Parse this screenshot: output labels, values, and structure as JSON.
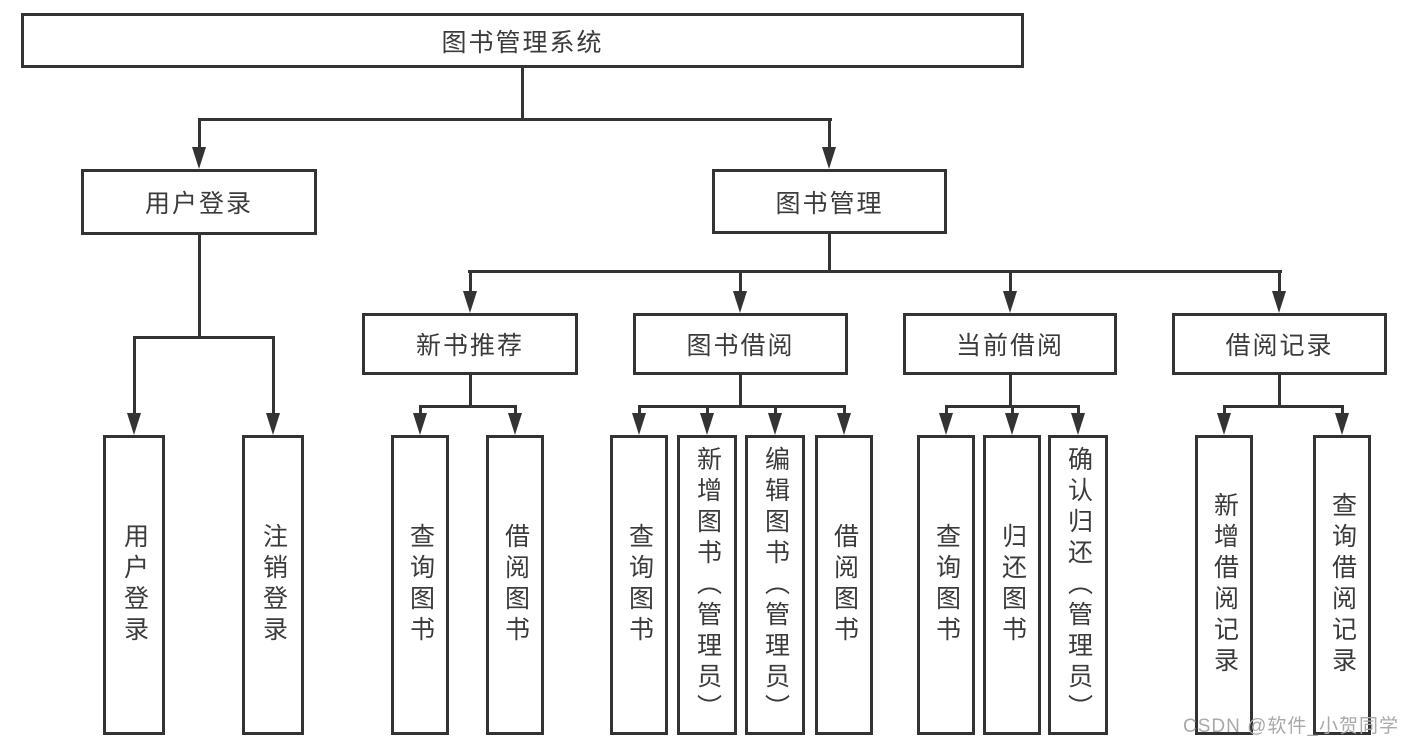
{
  "diagram": {
    "root": {
      "label": "图书管理系统"
    },
    "level2": [
      {
        "label": "用户登录"
      },
      {
        "label": "图书管理"
      }
    ],
    "level3": [
      {
        "label": "新书推荐"
      },
      {
        "label": "图书借阅"
      },
      {
        "label": "当前借阅"
      },
      {
        "label": "借阅记录"
      }
    ],
    "leaves": {
      "userLogin": [
        "用户登录",
        "注销登录"
      ],
      "newBookRecommend": [
        "查询图书",
        "借阅图书"
      ],
      "bookBorrow": [
        "查询图书",
        "新增图书（管理员）",
        "编辑图书（管理员）",
        "借阅图书"
      ],
      "currentBorrow": [
        "查询图书",
        "归还图书",
        "确认归还（管理员）"
      ],
      "borrowRecords": [
        "新增借阅记录",
        "查询借阅记录"
      ]
    }
  },
  "watermark": "CSDN @软件_小贺同学",
  "colors": {
    "line": "#333333",
    "text": "#3b3b3b",
    "watermark": "#a9a9a9",
    "background": "#ffffff"
  }
}
